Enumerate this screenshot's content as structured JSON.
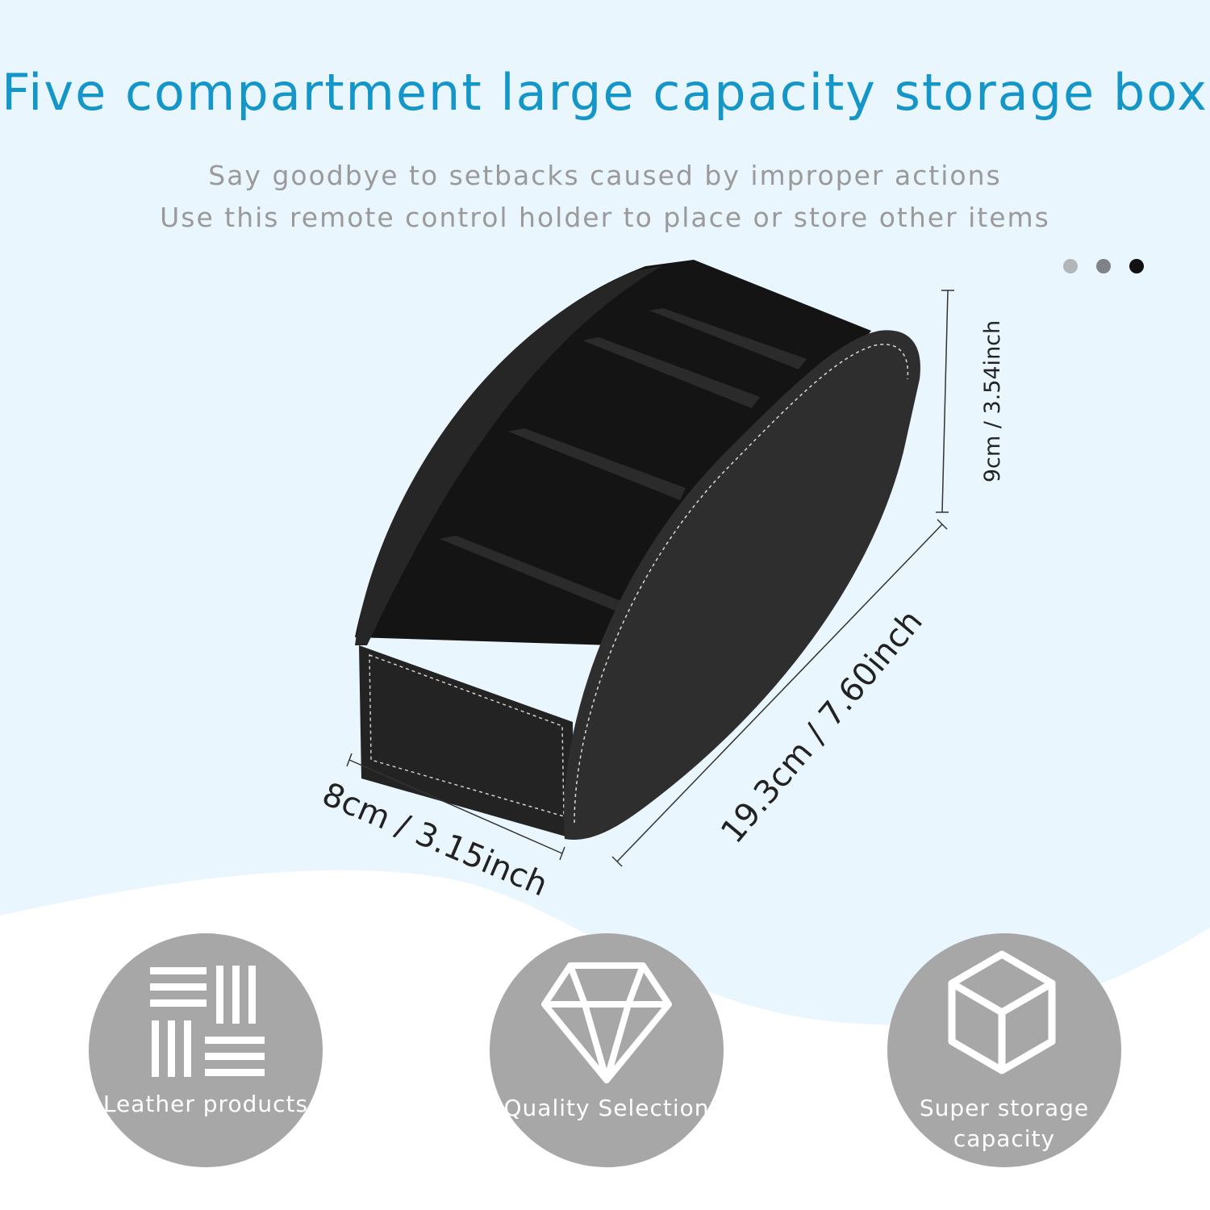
{
  "header": {
    "title": "Five compartment large capacity storage box",
    "subtitle_line1": "Say goodbye to setbacks caused by improper actions",
    "subtitle_line2": "Use this remote control holder to place or store other items"
  },
  "carousel": {
    "total": 3,
    "active_index": 2
  },
  "dimensions": {
    "height": "9cm / 3.54inch",
    "length": "19.3cm / 7.60inch",
    "width": "8cm / 3.15inch"
  },
  "features": [
    {
      "label": "Leather products",
      "icon": "leather-weave-icon"
    },
    {
      "label": "Quality Selection",
      "icon": "diamond-icon"
    },
    {
      "label": "Super storage\ncapacity",
      "icon": "box-cube-icon"
    }
  ],
  "colors": {
    "title": "#1596c8",
    "subtitle": "#9a9a9a",
    "bg_top": "#eaf6fd",
    "bg_bottom": "#ffffff",
    "feature_circle": "#a7a7a7",
    "dot_inactive_1": "#b3b6b9",
    "dot_inactive_2": "#7f8286",
    "dot_active": "#111111",
    "box": "#1c1c1c"
  }
}
